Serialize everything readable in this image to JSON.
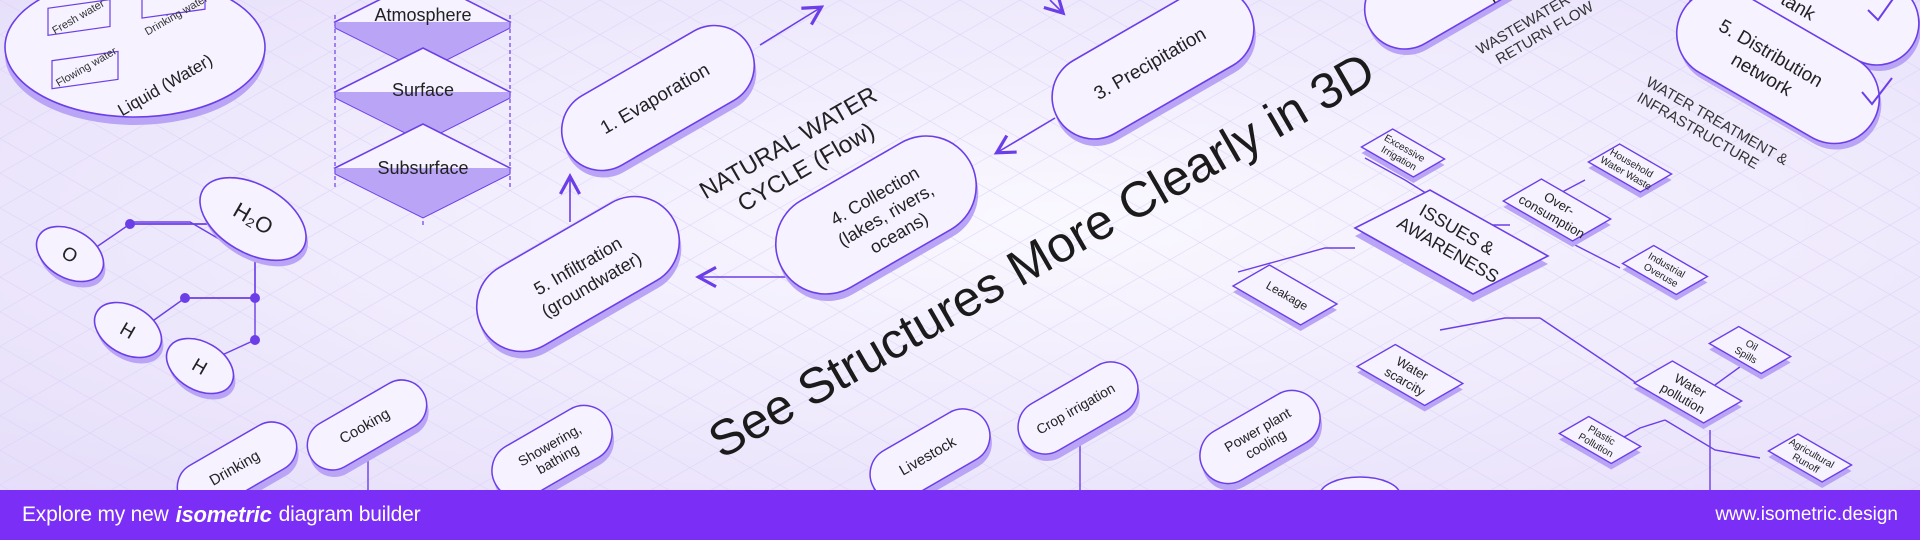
{
  "headline": "See Structures More Clearly in 3D",
  "states": {
    "liquid": "Liquid (Water)",
    "fresh": "Fresh water",
    "drinking": "Drinking water",
    "flowing": "Flowing water",
    "layers": [
      "Atmosphere",
      "Surface",
      "Subsurface"
    ]
  },
  "molecule": {
    "h2o": "H₂O",
    "o": "O",
    "h1": "H",
    "h2": "H"
  },
  "cycle": {
    "title_line1": "NATURAL WATER",
    "title_line2": "CYCLE (Flow)",
    "evaporation": "1. Evaporation",
    "precipitation": "3. Precipitation",
    "collection": [
      "4. Collection",
      "(lakes, rivers,",
      "oceans)"
    ],
    "infiltration": [
      "5. Infiltration",
      "(groundwater)"
    ]
  },
  "infrastructure": {
    "return_flow_1": "WASTEWATER",
    "return_flow_2": "RETURN FLOW",
    "treatment_1": "WATER TREATMENT &",
    "treatment_2": "INFRASTRUCTURE",
    "tank": "tank",
    "distribution": [
      "5. Distribution",
      "network"
    ],
    "top_partial": "re"
  },
  "issues": {
    "center": [
      "ISSUES &",
      "AWARENESS"
    ],
    "excessive": [
      "Excessive",
      "Irrigation"
    ],
    "household": [
      "Household",
      "Water Waste"
    ],
    "overconsumption": [
      "Over-",
      "consumption"
    ],
    "industrial": [
      "Industrial",
      "Overuse"
    ],
    "leakage": "Leakage",
    "scarcity": [
      "Water",
      "scarcity"
    ],
    "pollution": [
      "Water",
      "pollution"
    ],
    "oil": [
      "Oil",
      "Spills"
    ],
    "plastic": [
      "Plastic",
      "Pollution"
    ],
    "agricultural": [
      "Agricultural",
      "Runoff"
    ]
  },
  "uses": {
    "drinking": "Drinking",
    "cooking": "Cooking",
    "showering": [
      "Showering,",
      "bathing"
    ],
    "livestock": "Livestock",
    "crop": "Crop irrigation",
    "power": [
      "Power plant",
      "cooling"
    ]
  },
  "footer": {
    "prefix": "Explore my new",
    "brand": "isometric",
    "suffix": "diagram builder",
    "url": "www.isometric.design"
  },
  "colors": {
    "accent": "#7a2ef6",
    "stroke": "#6c3ee8",
    "node_fill": "#f6f2ff",
    "side": "#b9a4f5",
    "text": "#222222"
  }
}
